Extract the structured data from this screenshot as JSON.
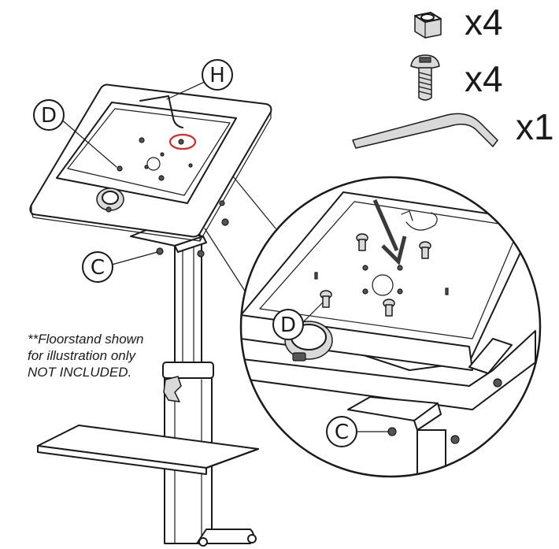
{
  "parts": [
    {
      "icon": "hex-nut-icon",
      "quantity": "x4"
    },
    {
      "icon": "button-head-screw-icon",
      "quantity": "x4"
    },
    {
      "icon": "hex-key-icon",
      "quantity": "x1"
    }
  ],
  "callouts": {
    "h": "H",
    "d_main": "D",
    "c_main": "C",
    "d_detail": "D",
    "c_detail": "C"
  },
  "note": {
    "line1": "**Floorstand shown",
    "line2": "for illustration only",
    "line3": "NOT INCLUDED."
  },
  "colors": {
    "line": "#1a1a1a",
    "highlight": "#d9272e"
  }
}
